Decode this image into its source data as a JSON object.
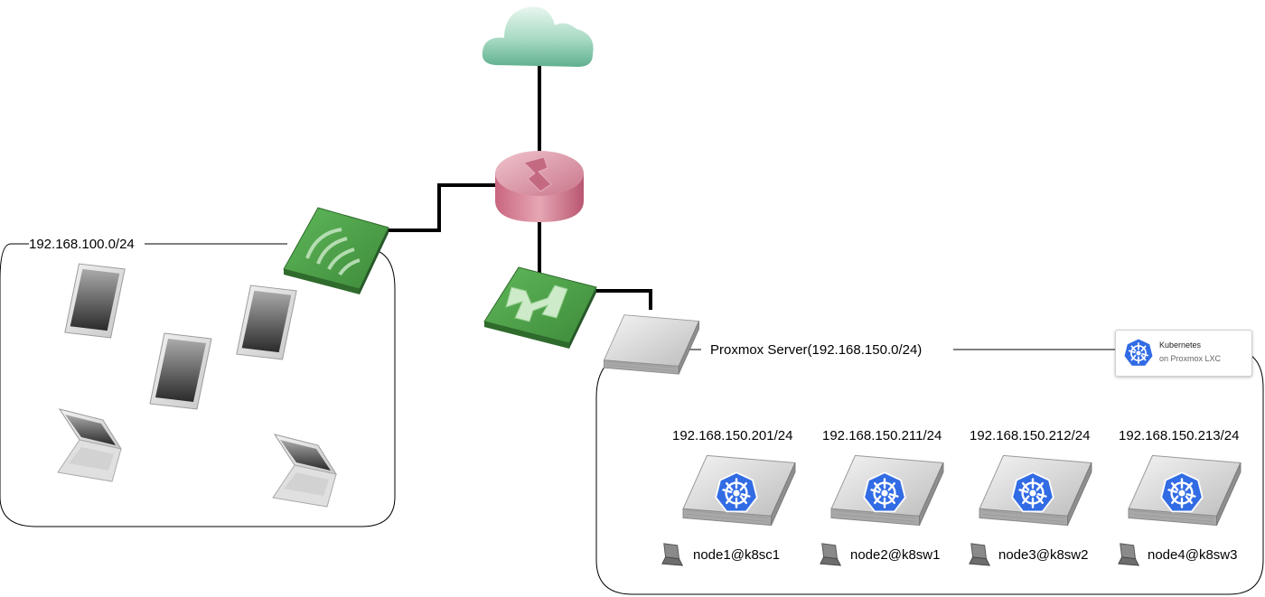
{
  "labels": {
    "lan_subnet": "192.168.100.0/24",
    "proxmox_server": "Proxmox Server(192.168.150.0/24)"
  },
  "badge": {
    "title": "Kubernetes",
    "subtitle": "on Proxmox LXC"
  },
  "nodes": [
    {
      "ip": "192.168.150.201/24",
      "name": "node1@k8sc1"
    },
    {
      "ip": "192.168.150.211/24",
      "name": "node2@k8sw1"
    },
    {
      "ip": "192.168.150.212/24",
      "name": "node3@k8sw2"
    },
    {
      "ip": "192.168.150.213/24",
      "name": "node4@k8sw3"
    }
  ],
  "icons": {
    "cloud": "cloud-icon",
    "router": "router-icon",
    "wireless_ap": "wireless-access-point-icon",
    "switch": "network-switch-icon",
    "server": "server-icon",
    "kubernetes": "kubernetes-icon",
    "tablet": "tablet-icon",
    "laptop": "laptop-icon"
  },
  "colors": {
    "cloud": "#7cc7a8",
    "router": "#d98a9a",
    "network_green": "#4a9a45",
    "kubernetes_blue": "#326ce5",
    "line": "#000000"
  }
}
